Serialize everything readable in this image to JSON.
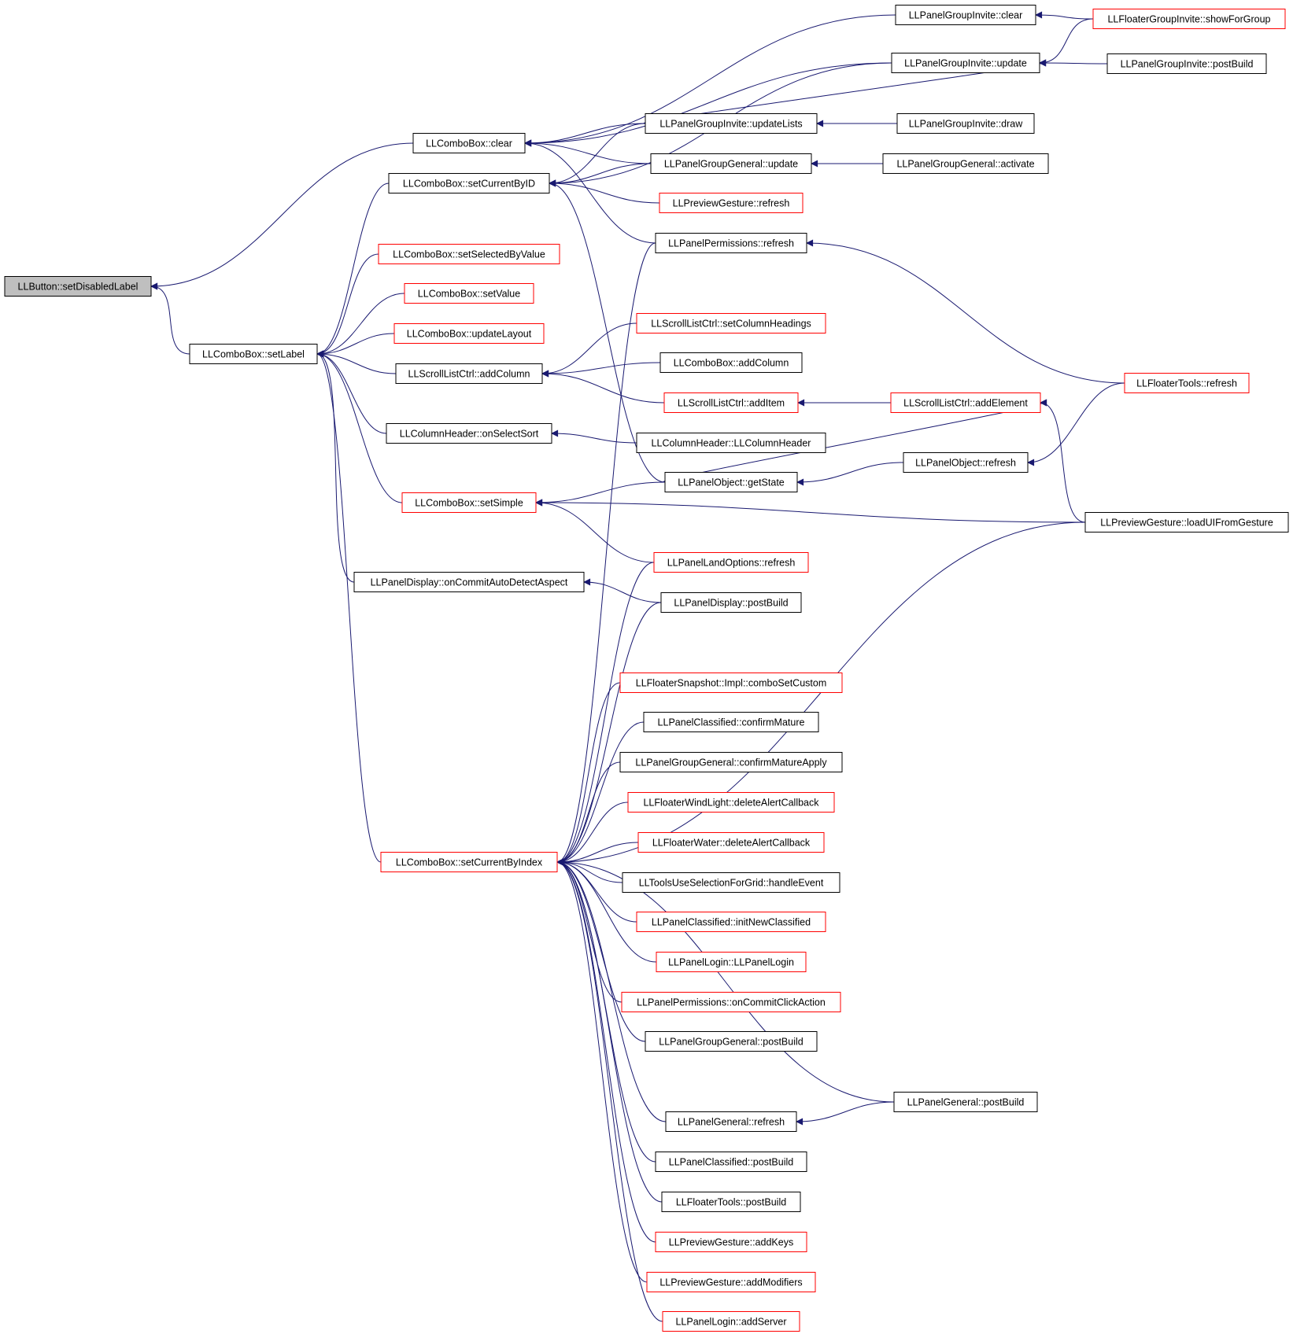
{
  "colors": {
    "edge": "#191970",
    "border_default": "#000000",
    "border_truncated": "#ff0000",
    "root_fill": "#bfbfbf",
    "node_fill": "#ffffff"
  },
  "nodes": [
    {
      "id": "n0",
      "label": "LLButton::setDisabledLabel",
      "style": "root"
    },
    {
      "id": "n1",
      "label": "LLComboBox::clear",
      "style": "black"
    },
    {
      "id": "n2",
      "label": "LLComboBox::setLabel",
      "style": "black"
    },
    {
      "id": "n3",
      "label": "LLPanelGroupInvite::clear",
      "style": "black"
    },
    {
      "id": "n4",
      "label": "LLPanelGroupInvite::update",
      "style": "black"
    },
    {
      "id": "n5",
      "label": "LLPanelGroupInvite::updateLists",
      "style": "black"
    },
    {
      "id": "n6",
      "label": "LLPanelGroupGeneral::update",
      "style": "black"
    },
    {
      "id": "n7",
      "label": "LLPanelPermissions::refresh",
      "style": "black"
    },
    {
      "id": "n8",
      "label": "LLFloaterGroupInvite::showForGroup",
      "style": "red"
    },
    {
      "id": "n9",
      "label": "LLPanelGroupInvite::postBuild",
      "style": "black"
    },
    {
      "id": "n10",
      "label": "LLPanelGroupInvite::draw",
      "style": "black"
    },
    {
      "id": "n11",
      "label": "LLPanelGroupGeneral::activate",
      "style": "black"
    },
    {
      "id": "n12",
      "label": "LLFloaterTools::refresh",
      "style": "red"
    },
    {
      "id": "n13",
      "label": "LLComboBox::setCurrentByID",
      "style": "black"
    },
    {
      "id": "n14",
      "label": "LLPreviewGesture::refresh",
      "style": "red"
    },
    {
      "id": "n15",
      "label": "LLComboBox::setSelectedByValue",
      "style": "red"
    },
    {
      "id": "n16",
      "label": "LLComboBox::setValue",
      "style": "red"
    },
    {
      "id": "n17",
      "label": "LLComboBox::updateLayout",
      "style": "red"
    },
    {
      "id": "n18",
      "label": "LLScrollListCtrl::addColumn",
      "style": "black"
    },
    {
      "id": "n19",
      "label": "LLScrollListCtrl::setColumnHeadings",
      "style": "red"
    },
    {
      "id": "n20",
      "label": "LLComboBox::addColumn",
      "style": "black"
    },
    {
      "id": "n21",
      "label": "LLScrollListCtrl::addItem",
      "style": "red"
    },
    {
      "id": "n22",
      "label": "LLScrollListCtrl::addElement",
      "style": "red"
    },
    {
      "id": "n23",
      "label": "LLPreviewGesture::loadUIFromGesture",
      "style": "black"
    },
    {
      "id": "n24",
      "label": "LLColumnHeader::onSelectSort",
      "style": "black"
    },
    {
      "id": "n25",
      "label": "LLColumnHeader::LLColumnHeader",
      "style": "black"
    },
    {
      "id": "n26",
      "label": "LLComboBox::setSimple",
      "style": "red"
    },
    {
      "id": "n27",
      "label": "LLPanelObject::getState",
      "style": "black"
    },
    {
      "id": "n28",
      "label": "LLPanelObject::refresh",
      "style": "black"
    },
    {
      "id": "n29",
      "label": "LLPanelLandOptions::refresh",
      "style": "red"
    },
    {
      "id": "n30",
      "label": "LLPanelDisplay::onCommitAutoDetectAspect",
      "style": "black"
    },
    {
      "id": "n31",
      "label": "LLPanelDisplay::postBuild",
      "style": "black"
    },
    {
      "id": "n32",
      "label": "LLComboBox::setCurrentByIndex",
      "style": "red"
    },
    {
      "id": "n33",
      "label": "LLFloaterSnapshot::Impl::comboSetCustom",
      "style": "red"
    },
    {
      "id": "n34",
      "label": "LLPanelClassified::confirmMature",
      "style": "black"
    },
    {
      "id": "n35",
      "label": "LLPanelGroupGeneral::confirmMatureApply",
      "style": "black"
    },
    {
      "id": "n36",
      "label": "LLFloaterWindLight::deleteAlertCallback",
      "style": "red"
    },
    {
      "id": "n37",
      "label": "LLFloaterWater::deleteAlertCallback",
      "style": "red"
    },
    {
      "id": "n38",
      "label": "LLToolsUseSelectionForGrid::handleEvent",
      "style": "black"
    },
    {
      "id": "n39",
      "label": "LLPanelClassified::initNewClassified",
      "style": "red"
    },
    {
      "id": "n40",
      "label": "LLPanelLogin::LLPanelLogin",
      "style": "red"
    },
    {
      "id": "n41",
      "label": "LLPanelPermissions::onCommitClickAction",
      "style": "red"
    },
    {
      "id": "n42",
      "label": "LLPanelGroupGeneral::postBuild",
      "style": "black"
    },
    {
      "id": "n43",
      "label": "LLPanelGeneral::refresh",
      "style": "black"
    },
    {
      "id": "n44",
      "label": "LLPanelGeneral::postBuild",
      "style": "black"
    },
    {
      "id": "n45",
      "label": "LLPanelClassified::postBuild",
      "style": "black"
    },
    {
      "id": "n46",
      "label": "LLFloaterTools::postBuild",
      "style": "black"
    },
    {
      "id": "n47",
      "label": "LLPreviewGesture::addKeys",
      "style": "red"
    },
    {
      "id": "n48",
      "label": "LLPreviewGesture::addModifiers",
      "style": "red"
    },
    {
      "id": "n49",
      "label": "LLPanelLogin::addServer",
      "style": "red"
    }
  ],
  "edges": [
    [
      "n1",
      "n0"
    ],
    [
      "n2",
      "n0"
    ],
    [
      "n3",
      "n1"
    ],
    [
      "n4",
      "n1"
    ],
    [
      "n5",
      "n1"
    ],
    [
      "n6",
      "n1"
    ],
    [
      "n7",
      "n1"
    ],
    [
      "n8",
      "n3"
    ],
    [
      "n8",
      "n4"
    ],
    [
      "n9",
      "n4"
    ],
    [
      "n5",
      "n4"
    ],
    [
      "n10",
      "n5"
    ],
    [
      "n11",
      "n6"
    ],
    [
      "n12",
      "n7"
    ],
    [
      "n13",
      "n2"
    ],
    [
      "n4",
      "n13"
    ],
    [
      "n5",
      "n13"
    ],
    [
      "n6",
      "n13"
    ],
    [
      "n14",
      "n13"
    ],
    [
      "n27",
      "n13"
    ],
    [
      "n15",
      "n2"
    ],
    [
      "n16",
      "n2"
    ],
    [
      "n17",
      "n2"
    ],
    [
      "n18",
      "n2"
    ],
    [
      "n19",
      "n18"
    ],
    [
      "n20",
      "n18"
    ],
    [
      "n21",
      "n18"
    ],
    [
      "n22",
      "n21"
    ],
    [
      "n23",
      "n22"
    ],
    [
      "n27",
      "n22"
    ],
    [
      "n24",
      "n2"
    ],
    [
      "n25",
      "n24"
    ],
    [
      "n26",
      "n2"
    ],
    [
      "n27",
      "n26"
    ],
    [
      "n23",
      "n26"
    ],
    [
      "n29",
      "n26"
    ],
    [
      "n28",
      "n27"
    ],
    [
      "n12",
      "n28"
    ],
    [
      "n30",
      "n2"
    ],
    [
      "n31",
      "n30"
    ],
    [
      "n32",
      "n2"
    ],
    [
      "n7",
      "n32"
    ],
    [
      "n29",
      "n32"
    ],
    [
      "n31",
      "n32"
    ],
    [
      "n23",
      "n32"
    ],
    [
      "n33",
      "n32"
    ],
    [
      "n34",
      "n32"
    ],
    [
      "n35",
      "n32"
    ],
    [
      "n36",
      "n32"
    ],
    [
      "n37",
      "n32"
    ],
    [
      "n38",
      "n32"
    ],
    [
      "n39",
      "n32"
    ],
    [
      "n40",
      "n32"
    ],
    [
      "n41",
      "n32"
    ],
    [
      "n42",
      "n32"
    ],
    [
      "n44",
      "n32"
    ],
    [
      "n43",
      "n32"
    ],
    [
      "n44",
      "n43"
    ],
    [
      "n45",
      "n32"
    ],
    [
      "n46",
      "n32"
    ],
    [
      "n47",
      "n32"
    ],
    [
      "n48",
      "n32"
    ],
    [
      "n49",
      "n32"
    ]
  ]
}
